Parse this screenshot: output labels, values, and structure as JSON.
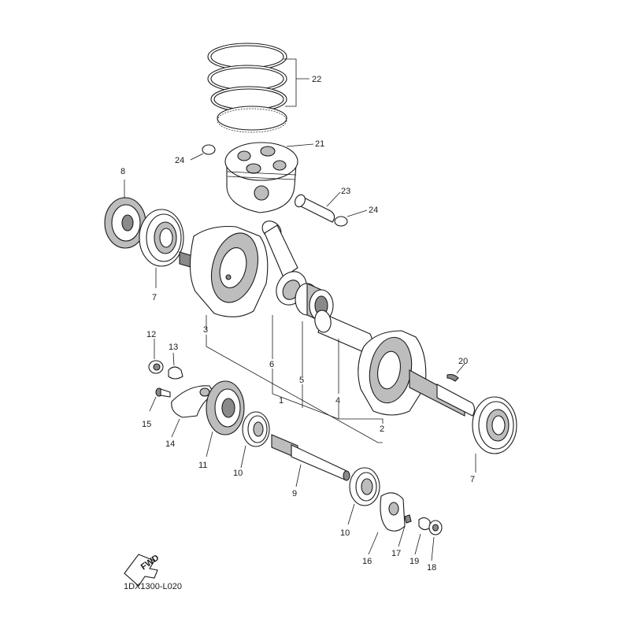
{
  "diagram": {
    "code": "1DX1300-L020",
    "fwd_label": "FWD",
    "callouts": [
      {
        "id": "c1",
        "text": "1"
      },
      {
        "id": "c2",
        "text": "2"
      },
      {
        "id": "c3",
        "text": "3"
      },
      {
        "id": "c4",
        "text": "4"
      },
      {
        "id": "c5",
        "text": "5"
      },
      {
        "id": "c6",
        "text": "6"
      },
      {
        "id": "c7a",
        "text": "7"
      },
      {
        "id": "c7b",
        "text": "7"
      },
      {
        "id": "c8",
        "text": "8"
      },
      {
        "id": "c9",
        "text": "9"
      },
      {
        "id": "c10a",
        "text": "10"
      },
      {
        "id": "c10b",
        "text": "10"
      },
      {
        "id": "c11",
        "text": "11"
      },
      {
        "id": "c12",
        "text": "12"
      },
      {
        "id": "c13",
        "text": "13"
      },
      {
        "id": "c14",
        "text": "14"
      },
      {
        "id": "c15",
        "text": "15"
      },
      {
        "id": "c16",
        "text": "16"
      },
      {
        "id": "c17",
        "text": "17"
      },
      {
        "id": "c18",
        "text": "18"
      },
      {
        "id": "c19",
        "text": "19"
      },
      {
        "id": "c20",
        "text": "20"
      },
      {
        "id": "c21",
        "text": "21"
      },
      {
        "id": "c22",
        "text": "22"
      },
      {
        "id": "c23",
        "text": "23"
      },
      {
        "id": "c24a",
        "text": "24"
      },
      {
        "id": "c24b",
        "text": "24"
      }
    ]
  }
}
